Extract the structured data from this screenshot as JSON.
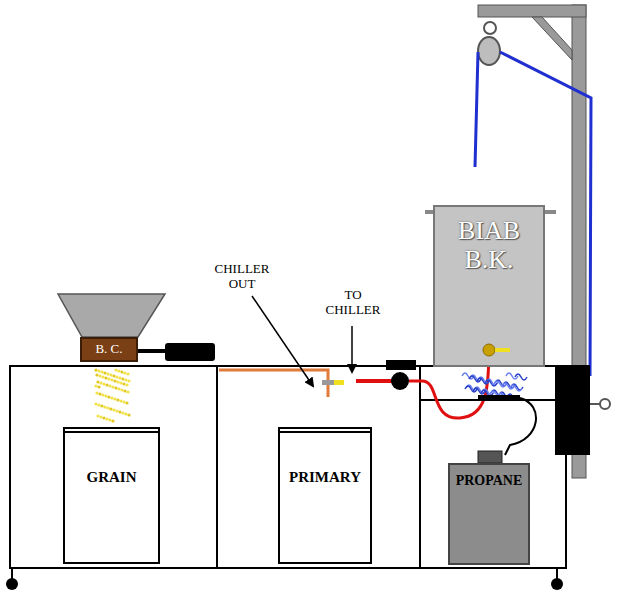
{
  "diagram": {
    "nodes": [
      {
        "text": [
          "BIAB B.K."
        ]
      },
      {
        "text": [
          "B. C."
        ]
      },
      {
        "text": [
          "GRAIN"
        ]
      },
      {
        "text": [
          "PRIMARY"
        ]
      },
      {
        "text": [
          "PROPANE"
        ]
      }
    ],
    "labels": [
      "CHILLER OUT",
      "TO CHILLER"
    ]
  }
}
